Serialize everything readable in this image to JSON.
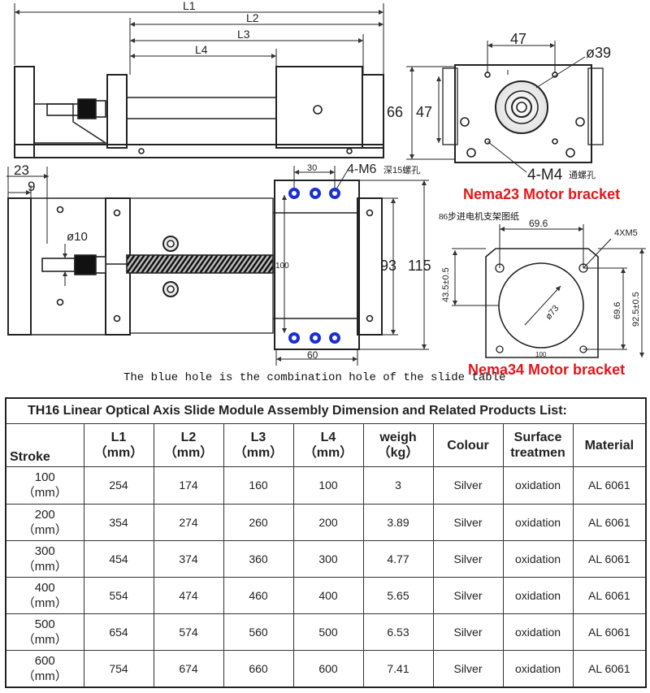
{
  "drawing": {
    "top_view": {
      "l1": "L1",
      "l2": "L2",
      "l3": "L3",
      "l4": "L4"
    },
    "front_view": {
      "dim_23": "23",
      "dim_9": "9",
      "dim_d10": "ø10",
      "dim_30": "30",
      "dim_m6": "4-M6",
      "dim_m6_cn": "深15螺孔",
      "dim_100": "100",
      "dim_93": "93",
      "dim_115": "115",
      "dim_60": "60"
    },
    "nema23_view": {
      "dim_47": "47",
      "dim_d39": "ø39",
      "dim_66": "66",
      "dim_47v": "47",
      "dim_m4": "4-M4",
      "dim_m4_cn": "通螺孔"
    },
    "nema34_view": {
      "title_cn": "86步进电机支架图纸",
      "dim_69_6": "69.6",
      "dim_4xm5": "4XM5",
      "dim_43_5": "43.5±0.5",
      "dim_d73": "ø73",
      "dim_69_6v": "69.6",
      "dim_92_5": "92.5±0.5",
      "dim_100": "100"
    },
    "caption": "The blue hole is the combination hole of the slide table",
    "label_nema23": "Nema23 Motor bracket",
    "label_nema34": "Nema34 Motor bracket",
    "colors": {
      "accent_red": "#e8141a",
      "hole_blue": "#1a2fd6"
    }
  },
  "table": {
    "title": "TH16 Linear Optical Axis Slide Module Assembly Dimension and Related Products List:",
    "headers": {
      "stroke": "Stroke",
      "l1": "L1",
      "l1_unit": "（mm）",
      "l2": "L2",
      "l2_unit": "（mm）",
      "l3": "L3",
      "l3_unit": "（mm）",
      "l4": "L4",
      "l4_unit": "（mm）",
      "weigh": "weigh",
      "weigh_unit": "（kg）",
      "colour": "Colour",
      "surface": "Surface",
      "surface2": "treatmen",
      "material": "Material"
    },
    "rows": [
      {
        "stroke": "100",
        "unit": "（mm）",
        "l1": "254",
        "l2": "174",
        "l3": "160",
        "l4": "100",
        "weigh": "3",
        "colour": "Silver",
        "surface": "oxidation",
        "material": "AL 6061"
      },
      {
        "stroke": "200",
        "unit": "（mm）",
        "l1": "354",
        "l2": "274",
        "l3": "260",
        "l4": "200",
        "weigh": "3.89",
        "colour": "Silver",
        "surface": "oxidation",
        "material": "AL 6061"
      },
      {
        "stroke": "300",
        "unit": "（mm）",
        "l1": "454",
        "l2": "374",
        "l3": "360",
        "l4": "300",
        "weigh": "4.77",
        "colour": "Silver",
        "surface": "oxidation",
        "material": "AL 6061"
      },
      {
        "stroke": "400",
        "unit": "（mm）",
        "l1": "554",
        "l2": "474",
        "l3": "460",
        "l4": "400",
        "weigh": "5.65",
        "colour": "Silver",
        "surface": "oxidation",
        "material": "AL 6061"
      },
      {
        "stroke": "500",
        "unit": "（mm）",
        "l1": "654",
        "l2": "574",
        "l3": "560",
        "l4": "500",
        "weigh": "6.53",
        "colour": "Silver",
        "surface": "oxidation",
        "material": "AL 6061"
      },
      {
        "stroke": "600",
        "unit": "（mm）",
        "l1": "754",
        "l2": "674",
        "l3": "660",
        "l4": "600",
        "weigh": "7.41",
        "colour": "Silver",
        "surface": "oxidation",
        "material": "AL 6061"
      }
    ]
  }
}
